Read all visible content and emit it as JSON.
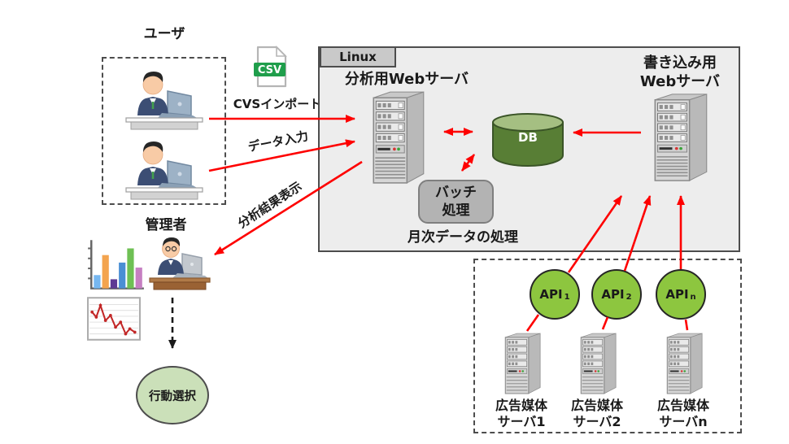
{
  "palette": {
    "arrow_red": "#fe0000",
    "api_green": "#8dc63f",
    "db_body_green": "#587e35",
    "db_top_green": "#a5bf82",
    "action_green": "#cbe0b9",
    "linux_box_gray": "#ededed",
    "batch_gray": "#b3b3b3"
  },
  "users": {
    "title": "ユーザ"
  },
  "csv": {
    "icon_label": "CSV"
  },
  "flows": {
    "csv_import": "CVSインポート",
    "data_input": "データ入力",
    "analysis_result": "分析結果表示"
  },
  "linux": {
    "tag": "Linux",
    "analysis_server_title": "分析用Webサーバ",
    "db_label": "DB",
    "batch_line1": "バッチ",
    "batch_line2": "処理",
    "monthly_label": "月次データの処理"
  },
  "write_server": {
    "title_line1": "書き込み用",
    "title_line2": "Webサーバ"
  },
  "admin": {
    "title": "管理者"
  },
  "action": {
    "label": "行動選択"
  },
  "ad_platform": {
    "apis": [
      {
        "name": "API",
        "sub": "1"
      },
      {
        "name": "API",
        "sub": "2"
      },
      {
        "name": "API",
        "sub": "n"
      }
    ],
    "servers": [
      {
        "line1": "広告媒体",
        "line2": "サーバ1"
      },
      {
        "line1": "広告媒体",
        "line2": "サーバ2"
      },
      {
        "line1": "広告媒体",
        "line2": "サーバn"
      }
    ]
  }
}
